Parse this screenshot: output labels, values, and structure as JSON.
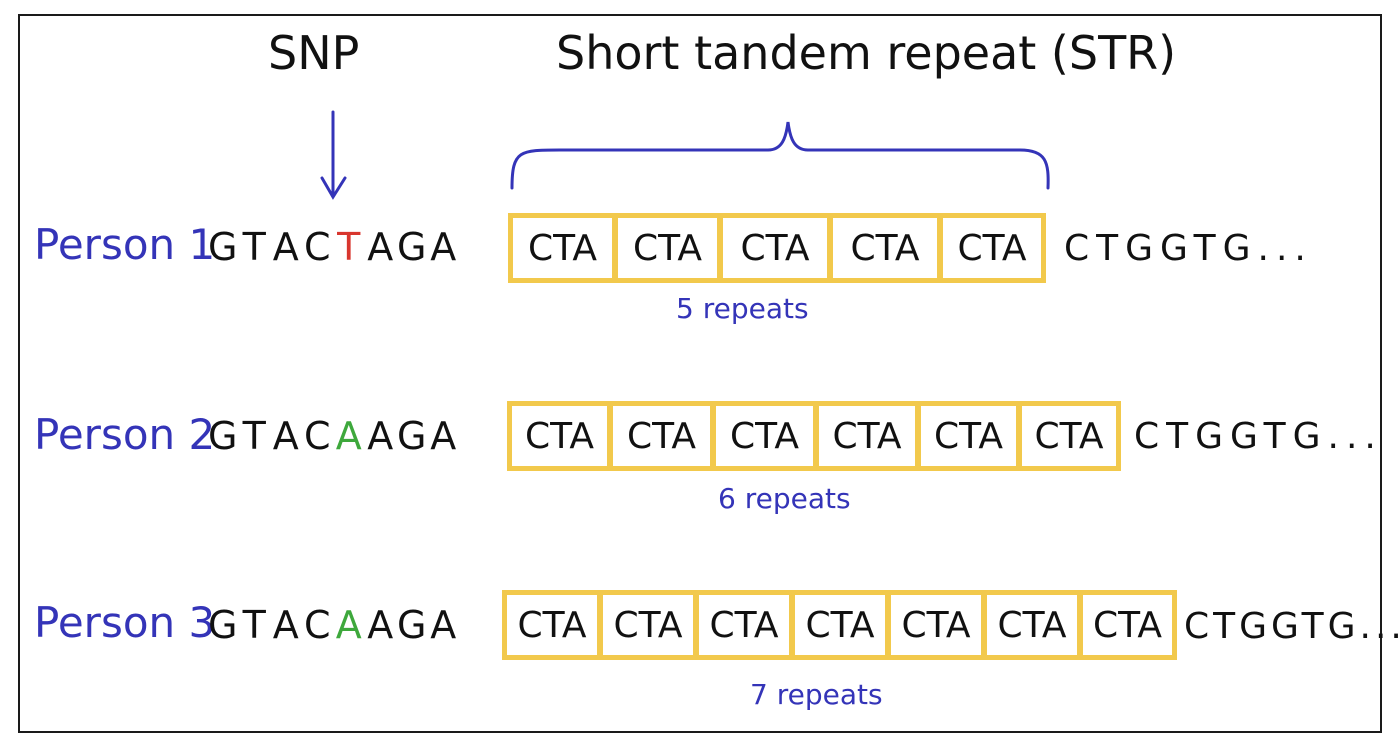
{
  "labels": {
    "snp": "SNP",
    "str": "Short tandem repeat (STR)"
  },
  "colors": {
    "person_label": "#3434b8",
    "snp_t": "#d8362e",
    "snp_a": "#3ea83c",
    "repeat_box": "#f2c94c",
    "annotation": "#3434b8"
  },
  "rows": [
    {
      "person": "Person 1",
      "sequence": [
        "G",
        "T",
        "A",
        "C",
        "T",
        "A",
        "G",
        "A"
      ],
      "snp_base": "T",
      "repeat_unit": "CTA",
      "repeat_count": 5,
      "tail": "CTGGTG...",
      "repeats_label": "5 repeats"
    },
    {
      "person": "Person 2",
      "sequence": [
        "G",
        "T",
        "A",
        "C",
        "A",
        "A",
        "G",
        "A"
      ],
      "snp_base": "A",
      "repeat_unit": "CTA",
      "repeat_count": 6,
      "tail": "CTGGTG...",
      "repeats_label": "6 repeats"
    },
    {
      "person": "Person 3",
      "sequence": [
        "G",
        "T",
        "A",
        "C",
        "A",
        "A",
        "G",
        "A"
      ],
      "snp_base": "A",
      "repeat_unit": "CTA",
      "repeat_count": 7,
      "tail": "CTGGTG...",
      "repeats_label": "7 repeats"
    }
  ]
}
